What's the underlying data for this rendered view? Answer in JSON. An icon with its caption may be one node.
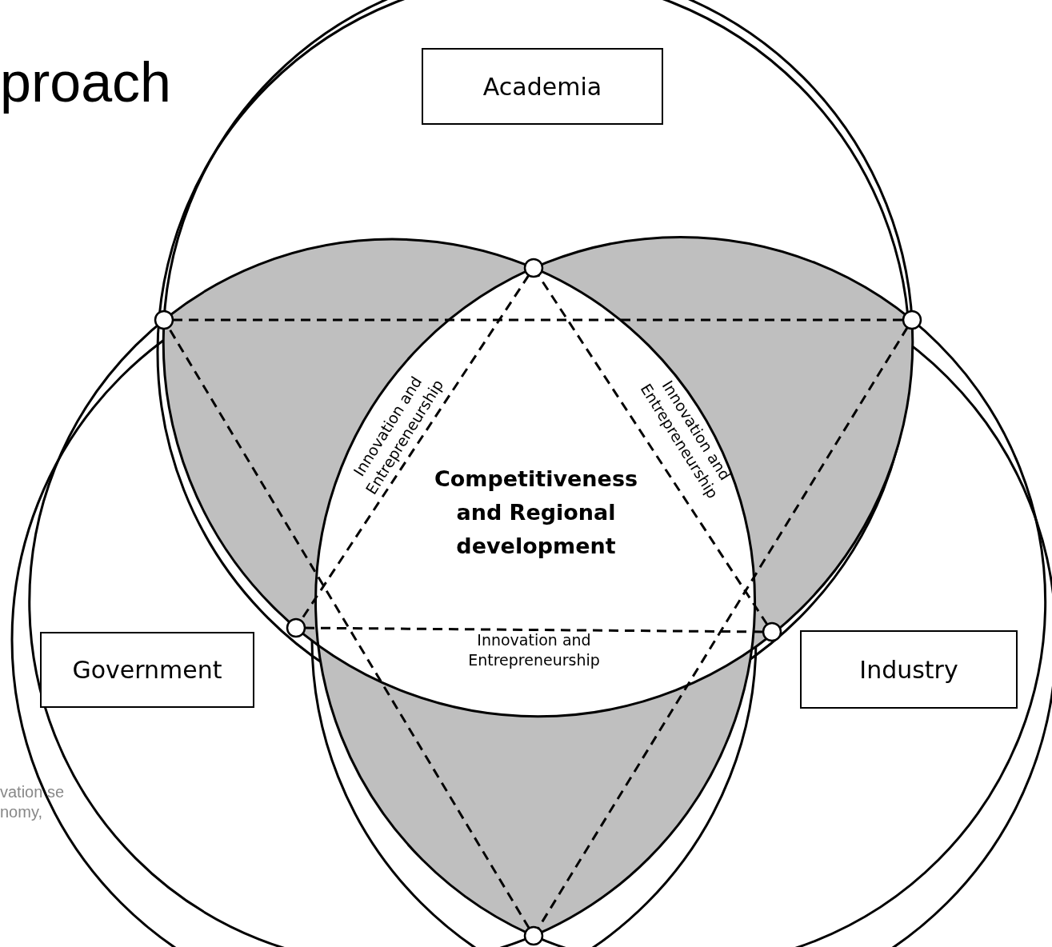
{
  "diagram": {
    "title": "proach",
    "nodes": [
      {
        "text": [
          "Academia"
        ]
      },
      {
        "text": [
          "Government"
        ]
      },
      {
        "text": [
          "Industry"
        ]
      },
      {
        "text": [
          "Competitiveness and Regional development"
        ]
      },
      {
        "text": [],
        "shape": "circle"
      },
      {
        "text": [],
        "shape": "circle"
      },
      {
        "text": [],
        "shape": "circle"
      },
      {
        "text": [],
        "shape": "circle"
      },
      {
        "text": [],
        "shape": "circle"
      },
      {
        "text": [],
        "shape": "circle"
      }
    ],
    "edges": [
      {
        "from": 4,
        "to": 6,
        "arrow": "none",
        "style": "dashed"
      },
      {
        "from": 6,
        "to": 9,
        "arrow": "none",
        "style": "dashed"
      },
      {
        "from": 9,
        "to": 4,
        "arrow": "none",
        "style": "dashed"
      },
      {
        "from": 5,
        "to": 7,
        "arrow": "none",
        "style": "dashed"
      },
      {
        "from": 7,
        "to": 8,
        "arrow": "none",
        "style": "dashed"
      },
      {
        "from": 8,
        "to": 5,
        "arrow": "none",
        "style": "dashed"
      }
    ],
    "labels": [
      "Innovation and Entrepreneurship",
      "Innovation and Entrepreneurship",
      "Innovation and Entrepreneurship",
      "vation se nomy,"
    ]
  }
}
